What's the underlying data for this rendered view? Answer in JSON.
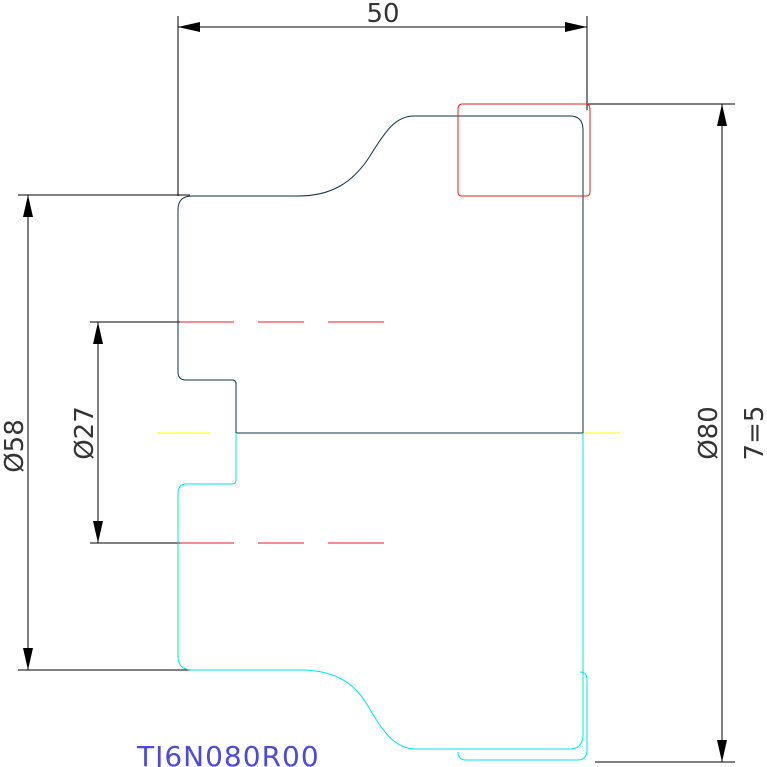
{
  "drawing": {
    "part_code": "TJ6N080R00",
    "dimensions": {
      "width_top": "50",
      "dia_58": "Ø58",
      "dia_27": "Ø27",
      "dia_80": "Ø80",
      "count": "7=5"
    }
  },
  "colors": {
    "dimension": "#000000",
    "profile_upper": "#0c3340",
    "profile_lower": "#00e5ee",
    "hidden_lines": "#e32222",
    "centerline": "#ffff00",
    "tool": "#e32222",
    "part_code": "#4b4bd4"
  }
}
